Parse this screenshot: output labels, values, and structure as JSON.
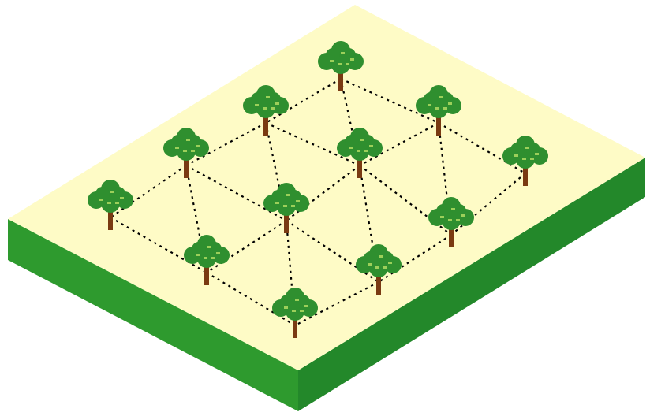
{
  "colors": {
    "background": "#ffffff",
    "ground_top": "#fefbc6",
    "ground_side_light": "#3aa43a",
    "ground_side_dark": "#1f7a1f",
    "canopy": "#2f8f2f",
    "canopy_highlight": "#9ccf5a",
    "trunk": "#7a3a12",
    "guide_line": "#000000"
  },
  "icons": {
    "tree": "tree-icon",
    "ground": "field-plot"
  },
  "trees": [
    {
      "id": "tree-1"
    },
    {
      "id": "tree-2"
    },
    {
      "id": "tree-3"
    },
    {
      "id": "tree-4"
    },
    {
      "id": "tree-5"
    },
    {
      "id": "tree-6"
    },
    {
      "id": "tree-7"
    },
    {
      "id": "tree-8"
    },
    {
      "id": "tree-9"
    },
    {
      "id": "tree-10"
    },
    {
      "id": "tree-11"
    },
    {
      "id": "tree-12"
    },
    {
      "id": "tree-13"
    }
  ]
}
